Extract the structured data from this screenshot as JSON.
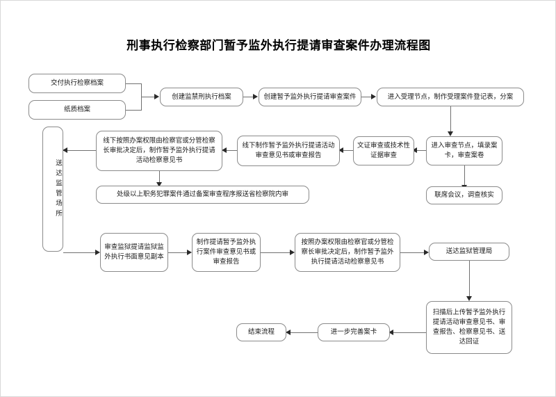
{
  "chart_data": {
    "type": "diagram",
    "title": "刑事执行检察部门暂予监外执行提请审查案件办理流程图",
    "orientation": "mixed-snake",
    "nodes": [
      {
        "id": "n1",
        "label": "交付执行检察档案"
      },
      {
        "id": "n2",
        "label": "纸质档案"
      },
      {
        "id": "n3",
        "label": "创建监禁刑执行档案"
      },
      {
        "id": "n4",
        "label": "创建暂予监外执行提请审查案件"
      },
      {
        "id": "n5",
        "label": "进入受理节点，制作受理案件登记表，分案"
      },
      {
        "id": "n6",
        "label": "进入审查节点，填录案卡，审查案卷"
      },
      {
        "id": "n7",
        "label": "联席会议，调查核实"
      },
      {
        "id": "n8",
        "label": "文证审查或技术性证据审查"
      },
      {
        "id": "n9",
        "label": "线下制作暂予监外执行提请活动审查意见书或审查报告"
      },
      {
        "id": "n10",
        "label": "线下按照办案权限由检察官或分管检察长审批决定后，制作暂予监外执行提请活动检察意见书"
      },
      {
        "id": "n11",
        "label": "处级以上职务犯罪案件通过备案审查程序报送省检察院内审"
      },
      {
        "id": "n12",
        "label": "送达监管场所"
      },
      {
        "id": "n13",
        "label": "审查监狱提请监狱监外执行书面意见副本"
      },
      {
        "id": "n14",
        "label": "制作提请暂予监外执行案件审查意见书或审查报告"
      },
      {
        "id": "n15",
        "label": "按照办案权限由检察官或分管检察长审批决定后，制作暂予监外执行提请活动检察意见书"
      },
      {
        "id": "n16",
        "label": "送达监狱管理局"
      },
      {
        "id": "n17",
        "label": "扫描后上传暂予监外执行提请活动审查意见书、审查报告、检察意见书、送达回证"
      },
      {
        "id": "n18",
        "label": "进一步完善案卡"
      },
      {
        "id": "n19",
        "label": "结束流程"
      }
    ],
    "edges": [
      {
        "from": "n1",
        "to": "n3"
      },
      {
        "from": "n2",
        "to": "n3"
      },
      {
        "from": "n3",
        "to": "n4"
      },
      {
        "from": "n4",
        "to": "n5"
      },
      {
        "from": "n5",
        "to": "n6"
      },
      {
        "from": "n6",
        "to": "n7"
      },
      {
        "from": "n6",
        "to": "n8"
      },
      {
        "from": "n8",
        "to": "n9"
      },
      {
        "from": "n9",
        "to": "n10"
      },
      {
        "from": "n10",
        "to": "n12"
      },
      {
        "from": "n10",
        "to": "n11"
      },
      {
        "from": "n12",
        "to": "n13"
      },
      {
        "from": "n13",
        "to": "n14"
      },
      {
        "from": "n14",
        "to": "n15"
      },
      {
        "from": "n15",
        "to": "n16"
      },
      {
        "from": "n16",
        "to": "n17"
      },
      {
        "from": "n17",
        "to": "n18"
      },
      {
        "from": "n18",
        "to": "n19"
      }
    ]
  },
  "diagram": {
    "title": "刑事执行检察部门暂予监外执行提请审查案件办理流程图",
    "n1": "交付执行检察档案",
    "n2": "纸质档案",
    "n3": "创建监禁刑执行档案",
    "n4": "创建暂予监外执行提请审查案件",
    "n5": "进入受理节点，制作受理案件登记表，分案",
    "n6": "进入审查节点，填录案卡，审查案卷",
    "n7": "联席会议，调查核实",
    "n8": "文证审查或技术性证据审查",
    "n9": "线下制作暂予监外执行提请活动审查意见书或审查报告",
    "n10": "线下按照办案权限由检察官或分管检察长审批决定后，制作暂予监外执行提请活动检察意见书",
    "n11": "处级以上职务犯罪案件通过备案审查程序报送省检察院内审",
    "n12": "送达监管场所",
    "n13": "审查监狱提请监狱监外执行书面意见副本",
    "n14": "制作提请暂予监外执行案件审查意见书或审查报告",
    "n15": "按照办案权限由检察官或分管检察长审批决定后，制作暂予监外执行提请活动检察意见书",
    "n16": "送达监狱管理局",
    "n17": "扫描后上传暂予监外执行提请活动审查意见书、审查报告、检察意见书、送达回证",
    "n18": "进一步完善案卡",
    "n19": "结束流程"
  }
}
